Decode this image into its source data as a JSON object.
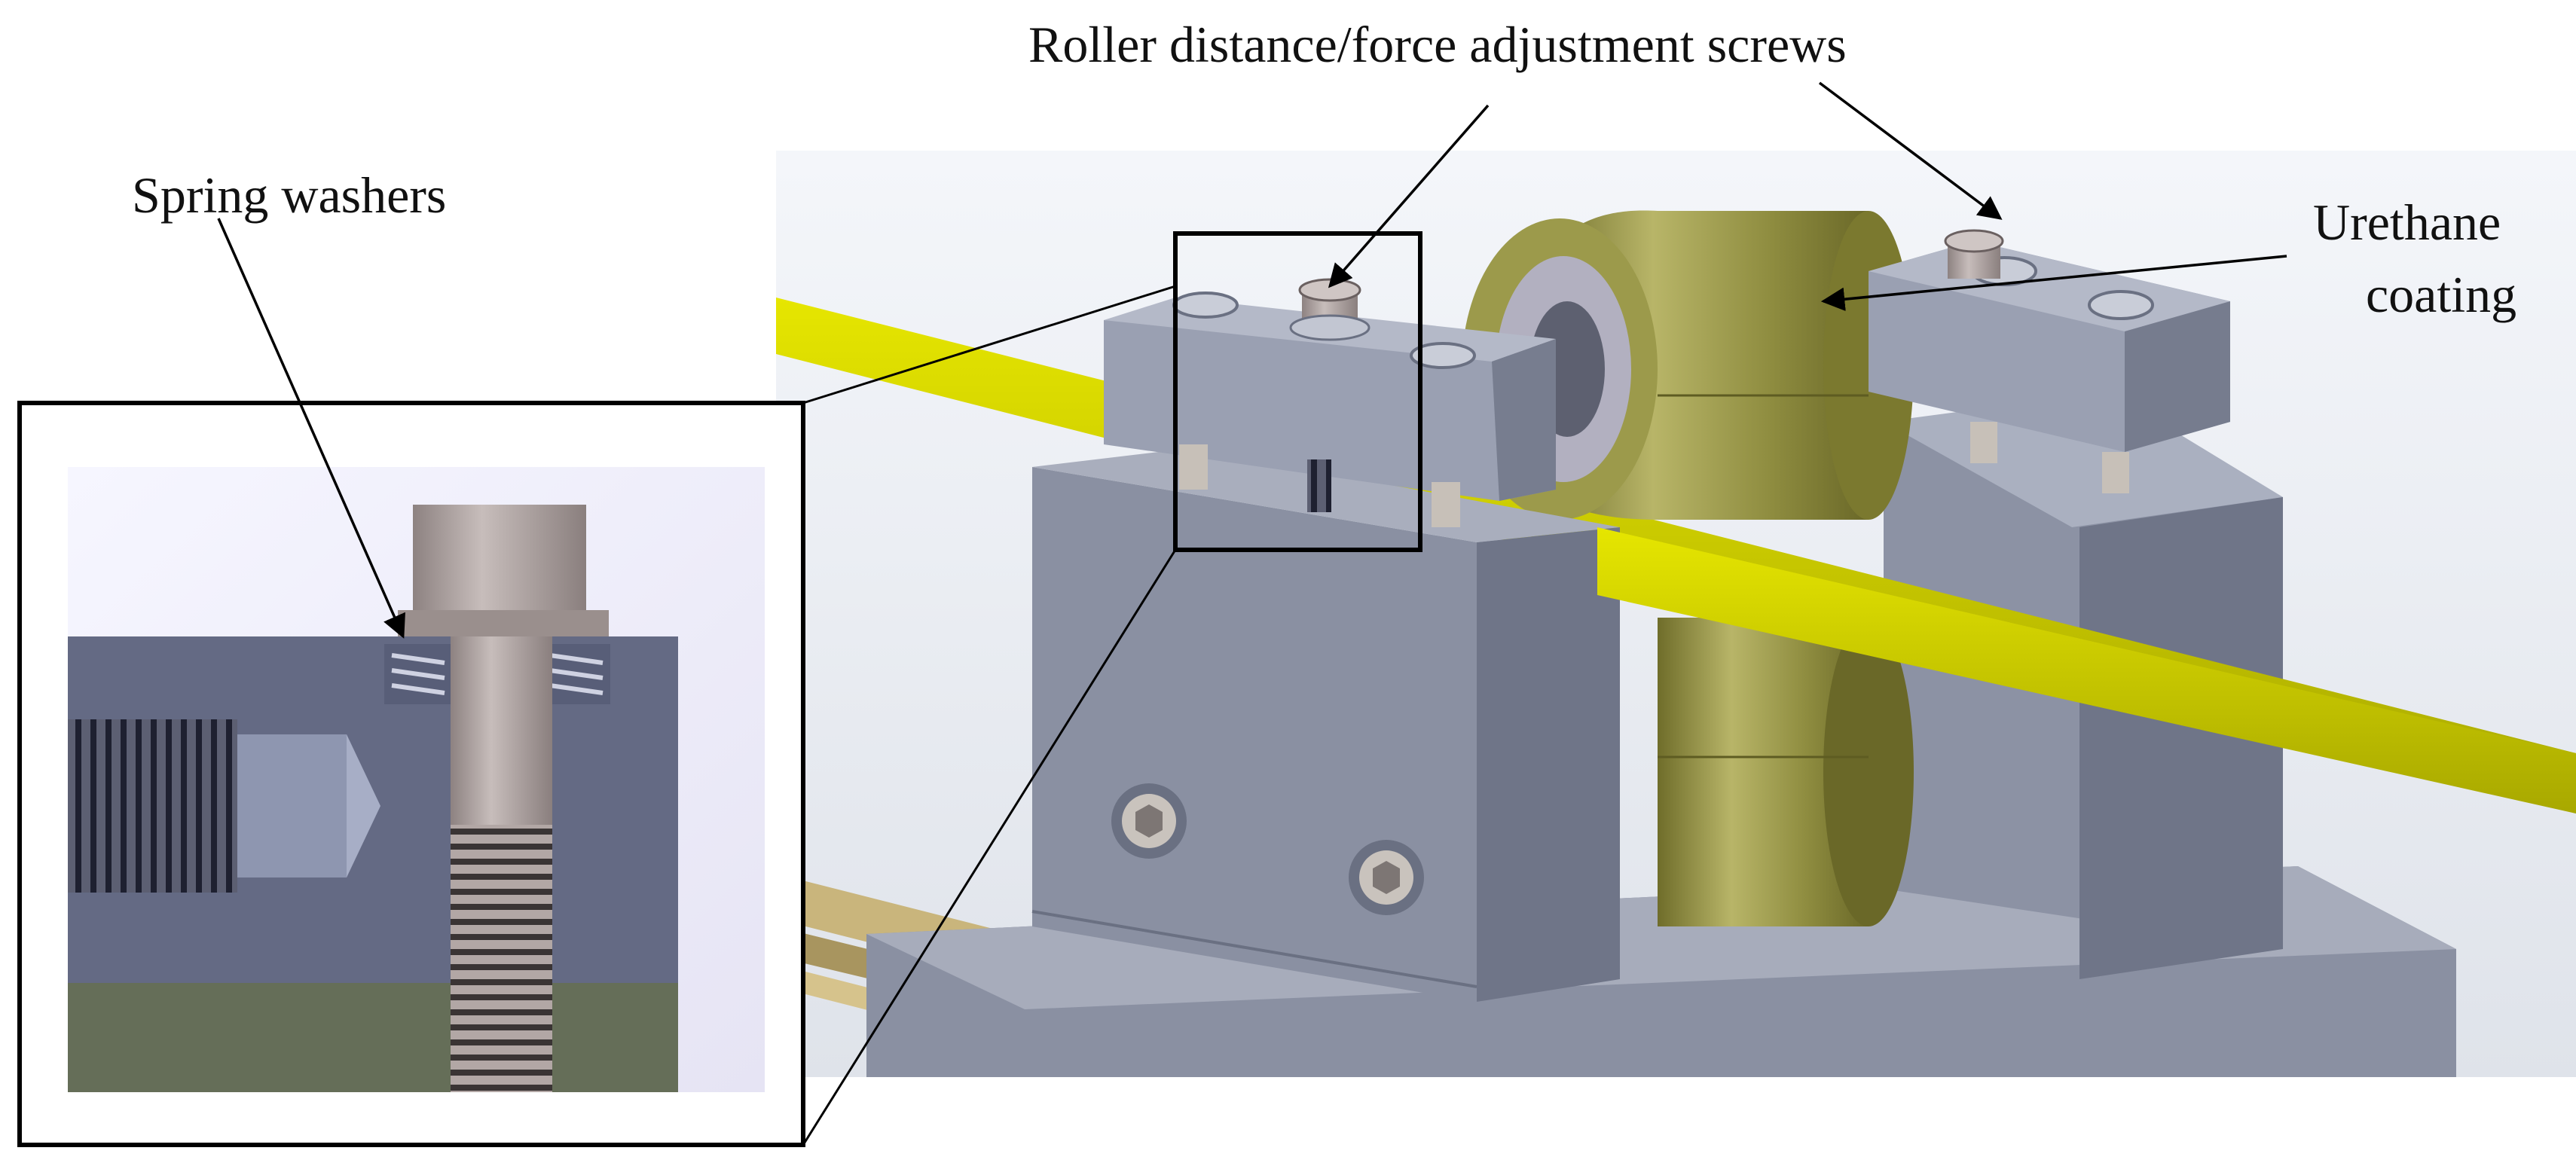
{
  "labels": {
    "spring_washers": "Spring washers",
    "adjustment_screws": "Roller distance/force adjustment screws",
    "urethane_line1": "Urethane",
    "urethane_line2": "coating"
  },
  "colors": {
    "steel": "#8f95a8",
    "steel_light": "#b3b8c8",
    "steel_dark": "#6a7082",
    "urethane": "#8c8a3d",
    "urethane_light": "#b5b263",
    "rod_yellow": "#d4d400",
    "rod_yellow_dark": "#a8a800",
    "brass": "#c8b47a",
    "bolt": "#a49a98",
    "callout": "#000000"
  }
}
